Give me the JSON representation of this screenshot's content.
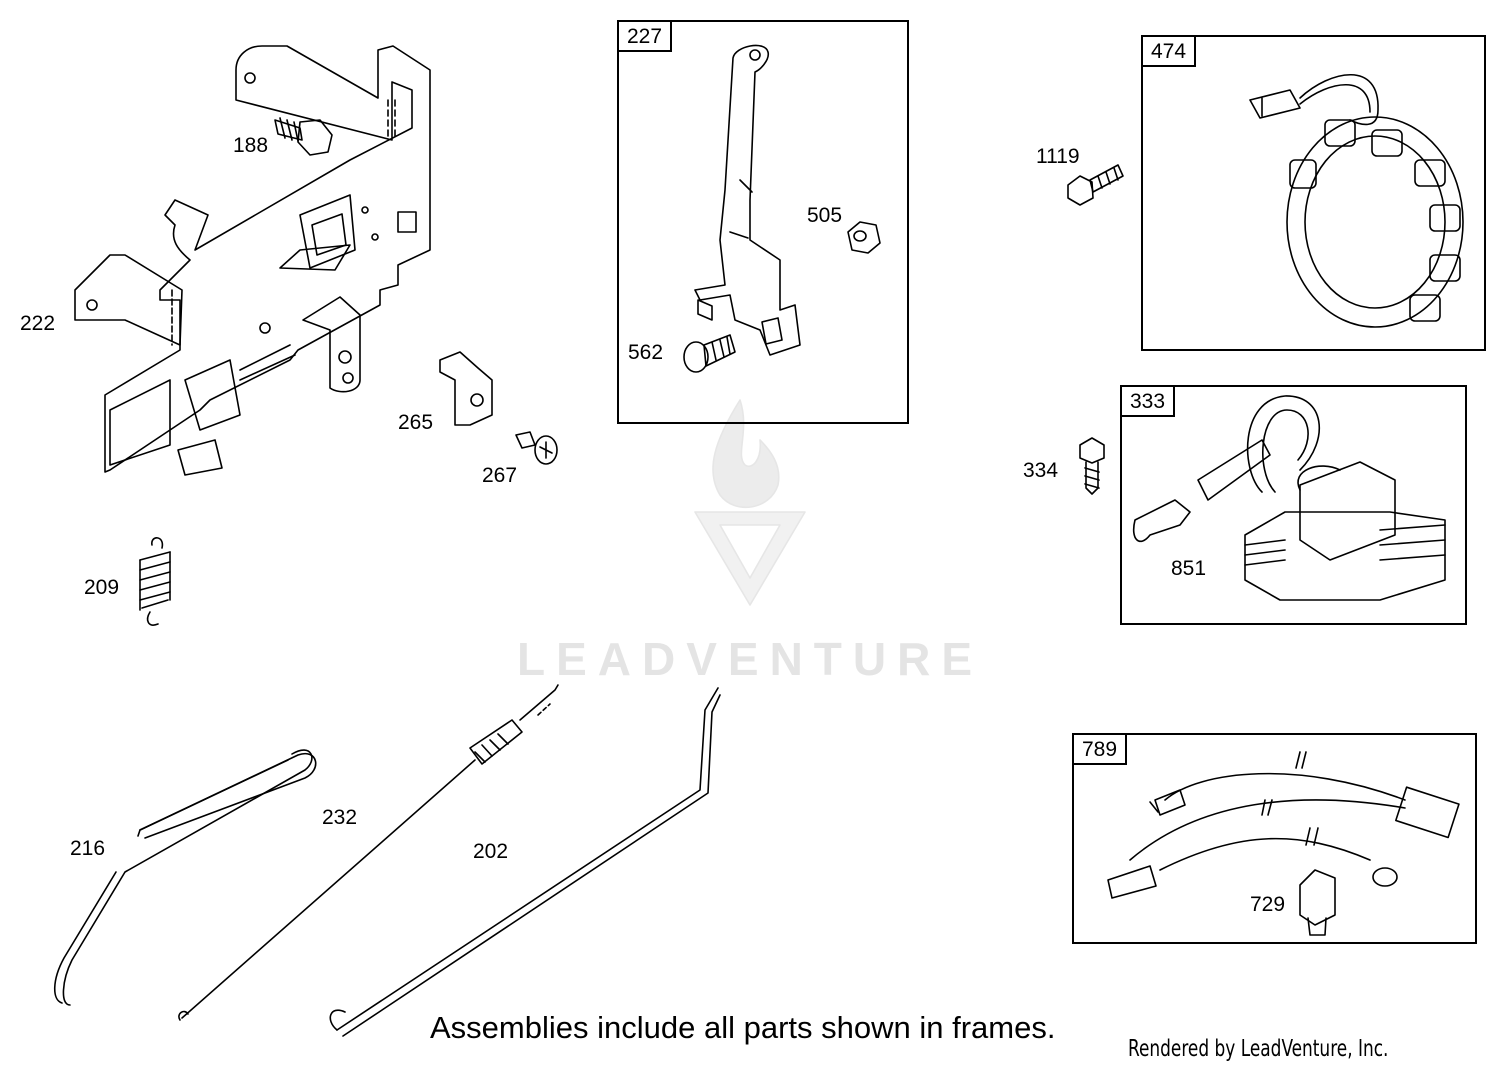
{
  "caption": "Assemblies include all parts shown in frames.",
  "credit": "Rendered by LeadVenture, Inc.",
  "watermark_text": "LEADVENTURE",
  "colors": {
    "line": "#000000",
    "watermark": "#e4e4e4"
  },
  "frames": [
    {
      "id": "227"
    },
    {
      "id": "474"
    },
    {
      "id": "333"
    },
    {
      "id": "789"
    }
  ],
  "parts": [
    "188",
    "222",
    "265",
    "267",
    "209",
    "505",
    "562",
    "1119",
    "334",
    "851",
    "729",
    "216",
    "232",
    "202"
  ]
}
